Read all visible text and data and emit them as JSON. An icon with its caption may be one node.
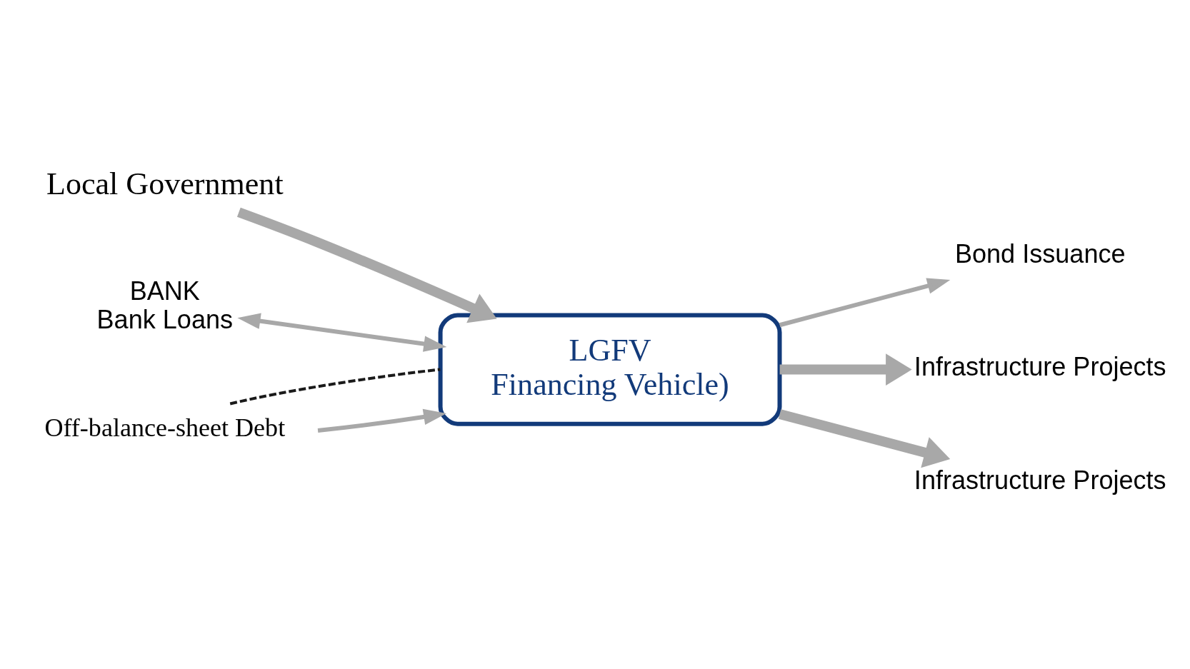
{
  "diagram": {
    "nodes": [
      {
        "text": [
          "Local Government"
        ]
      },
      {
        "text": [
          "LGFV",
          "Financing Vehicle)"
        ]
      },
      {
        "text": [
          "BANK",
          "Bank Loans"
        ]
      },
      {
        "text": [
          "Bond Issuance"
        ]
      },
      {
        "text": [
          "Infrastructure Projects"
        ]
      },
      {
        "text": [
          "Infrastructure Projects"
        ]
      },
      {
        "text": [
          "Off-balance-sheet Debt"
        ]
      }
    ],
    "edges": [
      {
        "from": 0,
        "to": 1,
        "arrow": "to",
        "style": "thick"
      },
      {
        "from": 2,
        "to": 1,
        "arrow": "both"
      },
      {
        "from": 1,
        "to": 4,
        "arrow": "to",
        "style": "thick"
      },
      {
        "from": 1,
        "to": 5,
        "arrow": "to",
        "style": "thick"
      },
      {
        "from": 1,
        "to": 3,
        "arrow": "to"
      },
      {
        "from": 6,
        "to": 1,
        "arrow": "to"
      },
      {
        "from": 6,
        "to": 1,
        "arrow": "none",
        "style": "dashed",
        "color": "#1a1a1a"
      }
    ]
  }
}
